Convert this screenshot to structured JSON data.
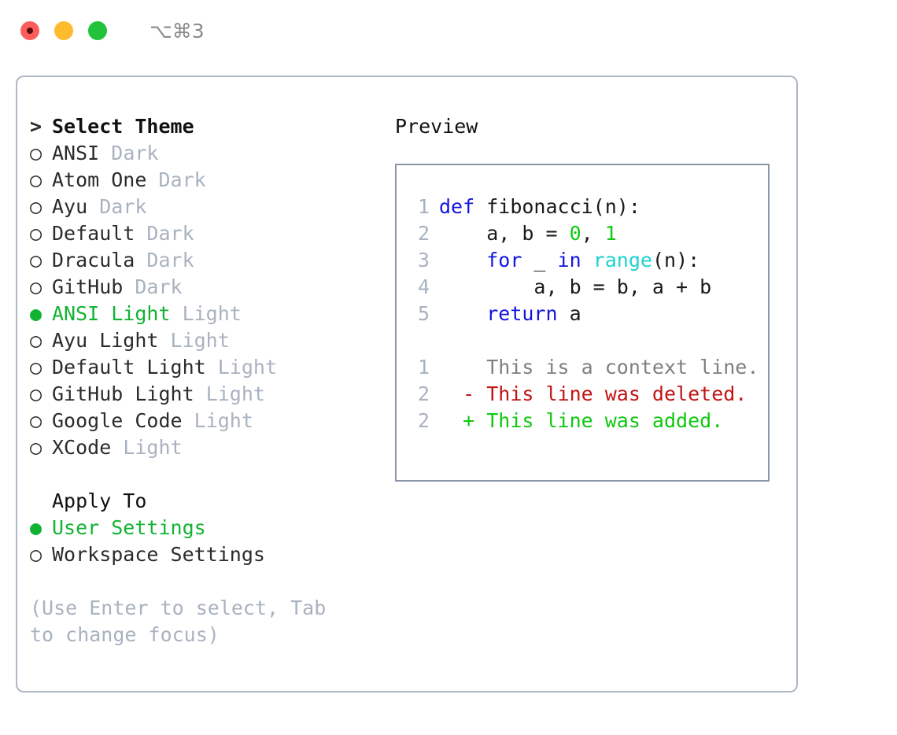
{
  "titlebar": {
    "buttons": [
      {
        "name": "close-button",
        "color": "#fb5c5c"
      },
      {
        "name": "minimize-button",
        "color": "#fdbb2d"
      },
      {
        "name": "maximize-button",
        "color": "#22c33a"
      }
    ],
    "shortcut": "⌥⌘3"
  },
  "left_panel": {
    "heading_marker": ">",
    "heading": "Select Theme",
    "themes": [
      {
        "marker": "○",
        "name": "ANSI",
        "tag": "Dark",
        "selected": false
      },
      {
        "marker": "○",
        "name": "Atom One",
        "tag": "Dark",
        "selected": false
      },
      {
        "marker": "○",
        "name": "Ayu",
        "tag": "Dark",
        "selected": false
      },
      {
        "marker": "○",
        "name": "Default",
        "tag": "Dark",
        "selected": false
      },
      {
        "marker": "○",
        "name": "Dracula",
        "tag": "Dark",
        "selected": false
      },
      {
        "marker": "○",
        "name": "GitHub",
        "tag": "Dark",
        "selected": false
      },
      {
        "marker": "●",
        "name": "ANSI Light",
        "tag": "Light",
        "selected": true
      },
      {
        "marker": "○",
        "name": "Ayu Light",
        "tag": "Light",
        "selected": false
      },
      {
        "marker": "○",
        "name": "Default Light",
        "tag": "Light",
        "selected": false
      },
      {
        "marker": "○",
        "name": "GitHub Light",
        "tag": "Light",
        "selected": false
      },
      {
        "marker": "○",
        "name": "Google Code",
        "tag": "Light",
        "selected": false
      },
      {
        "marker": "○",
        "name": "XCode",
        "tag": "Light",
        "selected": false
      }
    ],
    "apply_to_heading": "Apply To",
    "apply_to": [
      {
        "marker": "●",
        "name": "User Settings",
        "selected": true
      },
      {
        "marker": "○",
        "name": "Workspace Settings",
        "selected": false
      }
    ],
    "hint": "(Use Enter to select, Tab to change focus)"
  },
  "preview": {
    "title": "Preview",
    "code_lines": [
      {
        "num": "1",
        "tokens": [
          {
            "t": "def ",
            "c": "kw"
          },
          {
            "t": "fibonacci(n):",
            "c": "fn"
          }
        ]
      },
      {
        "num": "2",
        "tokens": [
          {
            "t": "    a, b = ",
            "c": "fn"
          },
          {
            "t": "0",
            "c": "num"
          },
          {
            "t": ", ",
            "c": "fn"
          },
          {
            "t": "1",
            "c": "num"
          }
        ]
      },
      {
        "num": "3",
        "tokens": [
          {
            "t": "    ",
            "c": "fn"
          },
          {
            "t": "for",
            "c": "kw"
          },
          {
            "t": " _ ",
            "c": "fn"
          },
          {
            "t": "in",
            "c": "kw"
          },
          {
            "t": " ",
            "c": "fn"
          },
          {
            "t": "range",
            "c": "bi"
          },
          {
            "t": "(n):",
            "c": "fn"
          }
        ]
      },
      {
        "num": "4",
        "tokens": [
          {
            "t": "        a, b = b, a + b",
            "c": "fn"
          }
        ]
      },
      {
        "num": "5",
        "tokens": [
          {
            "t": "    ",
            "c": "fn"
          },
          {
            "t": "return",
            "c": "kw"
          },
          {
            "t": " a",
            "c": "fn"
          }
        ]
      }
    ],
    "diff_lines": [
      {
        "num": "1",
        "prefix": "  ",
        "text": "This is a context line.",
        "kind": "ctx"
      },
      {
        "num": "2",
        "prefix": "- ",
        "text": "This line was deleted.",
        "kind": "del"
      },
      {
        "num": "2",
        "prefix": "+ ",
        "text": "This line was added.",
        "kind": "add"
      }
    ]
  },
  "colors": {
    "accent_green": "#12b333",
    "muted": "#a9b2c0",
    "border": "#aeb7c4",
    "preview_border": "#8b96a8",
    "keyword": "#1414e0",
    "builtin": "#1fd1d1",
    "number": "#10c810",
    "deleted": "#c31414",
    "added": "#10c810",
    "context": "#7f7f7f"
  }
}
